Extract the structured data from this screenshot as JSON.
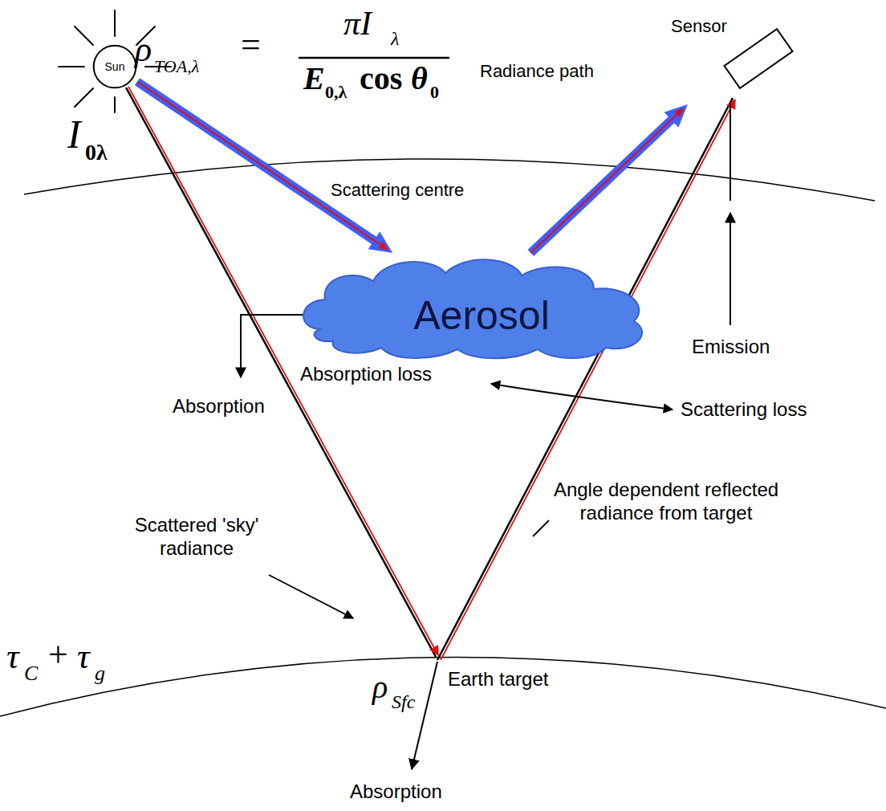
{
  "diagram": {
    "nodes": [
      {
        "text": [
          "Sun"
        ]
      },
      {
        "text": [
          "Sensor"
        ]
      },
      {
        "text": [
          "Aerosol"
        ]
      }
    ],
    "edges": [
      {
        "from": 0,
        "to": 2,
        "arrow": "to"
      },
      {
        "from": 2,
        "to": 1,
        "arrow": "to"
      }
    ],
    "labels": [
      "ρ",
      "TOA,λ",
      "=",
      "πI",
      "λ",
      "E",
      "0,λ",
      "cos",
      "θ",
      "0",
      "I",
      "0λ",
      "Radiance path",
      "Scattering centre",
      "Emission",
      "Absorption",
      "Absorption loss",
      "Scattering loss",
      "Angle dependent reflected radiance from target",
      "Scattered 'sky' radiance",
      "τ",
      "C",
      "+",
      "τ",
      "g",
      "Earth target",
      "ρ",
      "Sfc",
      "Absorption"
    ]
  }
}
